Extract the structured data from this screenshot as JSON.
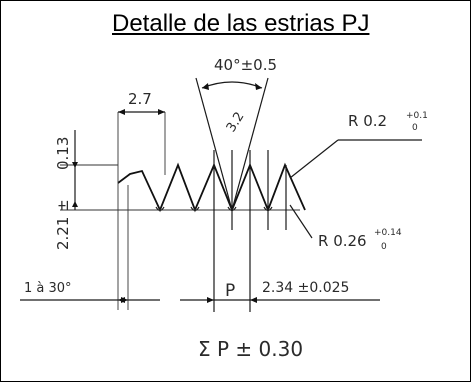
{
  "title": "Detalle de las estrias PJ",
  "annotations": {
    "pitch_width": "2.7",
    "angle": "40°±0.5",
    "depth_small": "3.2",
    "radius_top": "R 0.2",
    "radius_top_tol_upper": "+0.1",
    "radius_top_tol_lower": "0",
    "height_tol": "0.13",
    "height": "2.21 ±",
    "radius_bottom": "R 0.26",
    "radius_bottom_tol_upper": "+0.14",
    "radius_bottom_tol_lower": "0",
    "chamfer": "1 à 30°",
    "pitch_label": "P",
    "pitch_value": "2.34 ±0.025",
    "sum_formula": "Σ P ± 0.30"
  }
}
